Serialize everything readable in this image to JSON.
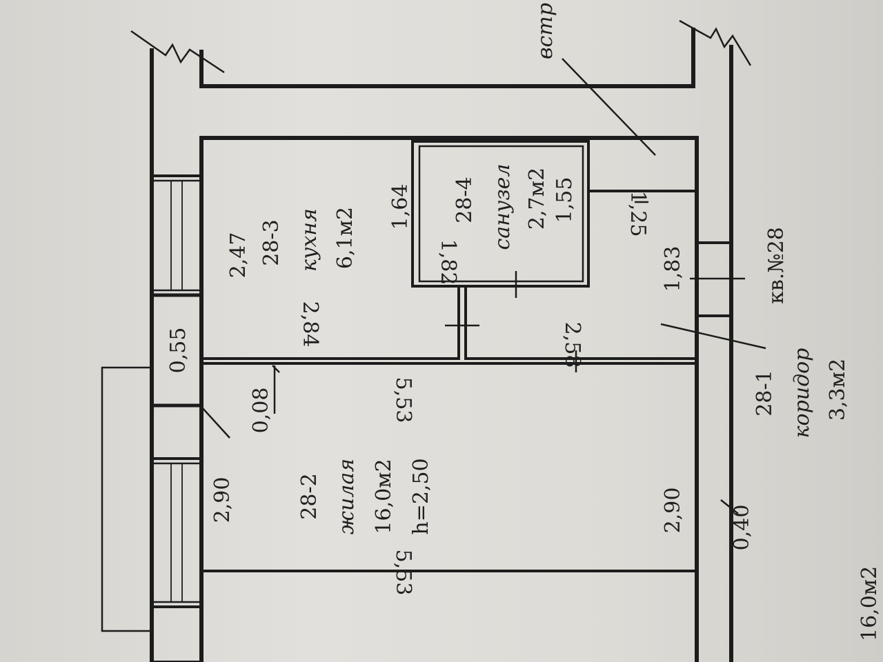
{
  "rooms": {
    "kitchen": {
      "id": "28-3",
      "name": "кухня",
      "area": "6,1м2"
    },
    "bathroom": {
      "id": "28-4",
      "name": "санузел",
      "area": "2,7м2"
    },
    "living": {
      "id": "28-2",
      "name": "жилая",
      "area": "16,0м2",
      "height": "h=2,50"
    },
    "corridor": {
      "id": "28-1",
      "name": "коридор",
      "area": "3,3м2"
    }
  },
  "apartment_label": "кв.№28",
  "built_in_label": "встр",
  "edge_text": "16,0м2",
  "dimensions": {
    "d_055": "0,55",
    "d_247": "2,47",
    "d_164": "1,64",
    "d_155": "1,55",
    "d_182": "1,82",
    "d_125": "1,25",
    "d_183": "1,83",
    "d_284": "2,84",
    "d_258": "2,58",
    "d_553_top": "5,53",
    "d_008": "0,08",
    "d_290_left": "2,90",
    "d_290_right": "2,90",
    "d_040": "0,40",
    "d_553_bottom": "5,53"
  }
}
